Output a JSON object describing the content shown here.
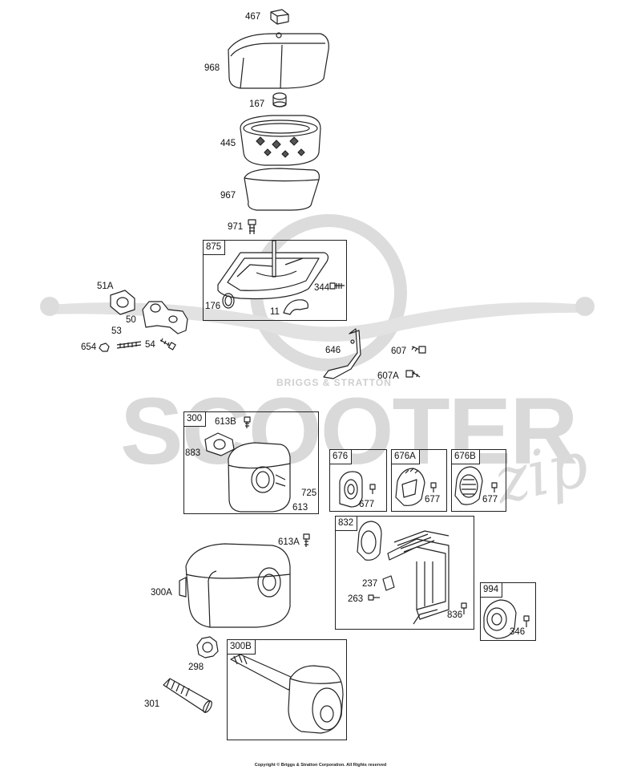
{
  "watermark": {
    "brand_text": "BRIGGS & STRATTON",
    "main_text": "SCOOTER",
    "script_text": "zip"
  },
  "copyright": "Copyright © Briggs & Stratton Corporation. All Rights reserved",
  "labels": {
    "p467": "467",
    "p968": "968",
    "p167": "167",
    "p445": "445",
    "p967": "967",
    "p971": "971",
    "p176": "176",
    "p344": "344",
    "p11": "11",
    "p51a": "51A",
    "p50": "50",
    "p53": "53",
    "p654": "654",
    "p54": "54",
    "p646": "646",
    "p607": "607",
    "p607a": "607A",
    "p613b": "613B",
    "p883": "883",
    "p725": "725",
    "p613": "613",
    "p677a": "677",
    "p677b": "677",
    "p677c": "677",
    "p613a": "613A",
    "p300a": "300A",
    "p237": "237",
    "p263": "263",
    "p836": "836",
    "p346": "346",
    "p298": "298",
    "p301": "301"
  },
  "boxes": {
    "b875": "875",
    "b300": "300",
    "b676": "676",
    "b676a": "676A",
    "b676b": "676B",
    "b832": "832",
    "b994": "994",
    "b300b": "300B"
  }
}
